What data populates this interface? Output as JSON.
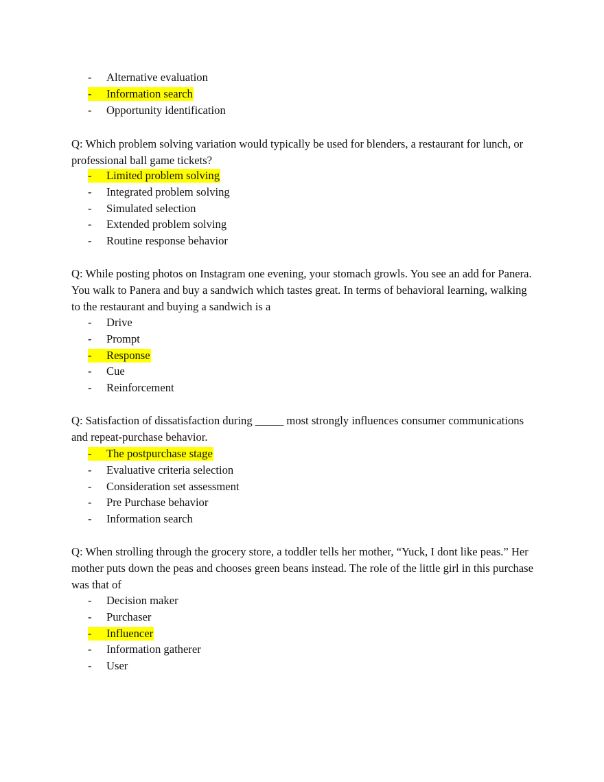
{
  "blocks": [
    {
      "question": "",
      "options": [
        {
          "text": "Alternative evaluation",
          "highlighted": false
        },
        {
          "text": "Information search",
          "highlighted": true
        },
        {
          "text": "Opportunity identification",
          "highlighted": false
        }
      ]
    },
    {
      "question": "Q: Which problem solving variation would typically be used for blenders, a restaurant for lunch, or professional ball game tickets?",
      "options": [
        {
          "text": "Limited problem solving",
          "highlighted": true
        },
        {
          "text": "Integrated problem solving",
          "highlighted": false
        },
        {
          "text": "Simulated selection",
          "highlighted": false
        },
        {
          "text": "Extended problem solving",
          "highlighted": false
        },
        {
          "text": "Routine response behavior",
          "highlighted": false
        }
      ]
    },
    {
      "question": "Q: While posting photos on Instagram one evening, your stomach growls. You see an add for Panera. You walk to Panera and buy a sandwich which tastes great. In terms of behavioral learning, walking to the restaurant and buying a sandwich is a",
      "options": [
        {
          "text": "Drive",
          "highlighted": false
        },
        {
          "text": "Prompt",
          "highlighted": false
        },
        {
          "text": "Response",
          "highlighted": true
        },
        {
          "text": "Cue",
          "highlighted": false
        },
        {
          "text": "Reinforcement",
          "highlighted": false
        }
      ]
    },
    {
      "question": "Q: Satisfaction of dissatisfaction during _____ most strongly influences consumer communications and repeat-purchase behavior.",
      "options": [
        {
          "text": "The postpurchase stage",
          "highlighted": true
        },
        {
          "text": "Evaluative criteria selection",
          "highlighted": false
        },
        {
          "text": "Consideration set assessment",
          "highlighted": false
        },
        {
          "text": "Pre Purchase behavior",
          "highlighted": false
        },
        {
          "text": "Information search",
          "highlighted": false
        }
      ]
    },
    {
      "question": "Q: When strolling through the grocery store, a toddler tells her mother, “Yuck, I dont like peas.” Her mother puts down the peas and chooses green beans instead. The role of the little girl in this purchase was that of",
      "options": [
        {
          "text": "Decision maker",
          "highlighted": false
        },
        {
          "text": "Purchaser",
          "highlighted": false
        },
        {
          "text": "Influencer",
          "highlighted": true
        },
        {
          "text": "Information gatherer",
          "highlighted": false
        },
        {
          "text": "User",
          "highlighted": false
        }
      ]
    }
  ],
  "bullet": "-",
  "highlight_color": "#ffff00"
}
